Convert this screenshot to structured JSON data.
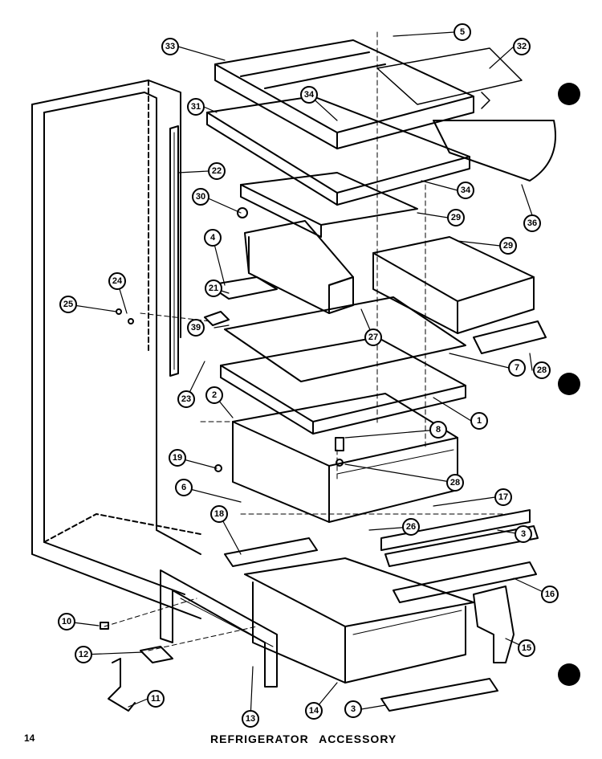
{
  "footer": {
    "page_number": "14",
    "title": "REFRIGERATOR ACCESSORY"
  },
  "callouts": [
    {
      "id": "c5",
      "label": "5"
    },
    {
      "id": "c32",
      "label": "32"
    },
    {
      "id": "c33",
      "label": "33"
    },
    {
      "id": "c31",
      "label": "31"
    },
    {
      "id": "c34a",
      "label": "34"
    },
    {
      "id": "c34b",
      "label": "34"
    },
    {
      "id": "c22",
      "label": "22"
    },
    {
      "id": "c30",
      "label": "30"
    },
    {
      "id": "c29a",
      "label": "29"
    },
    {
      "id": "c29b",
      "label": "29"
    },
    {
      "id": "c36",
      "label": "36"
    },
    {
      "id": "c4",
      "label": "4"
    },
    {
      "id": "c24",
      "label": "24"
    },
    {
      "id": "c25",
      "label": "25"
    },
    {
      "id": "c21",
      "label": "21"
    },
    {
      "id": "c39",
      "label": "39"
    },
    {
      "id": "c27",
      "label": "27"
    },
    {
      "id": "c7",
      "label": "7"
    },
    {
      "id": "c28a",
      "label": "28"
    },
    {
      "id": "c23",
      "label": "23"
    },
    {
      "id": "c2",
      "label": "2"
    },
    {
      "id": "c1",
      "label": "1"
    },
    {
      "id": "c8",
      "label": "8"
    },
    {
      "id": "c19",
      "label": "19"
    },
    {
      "id": "c28b",
      "label": "28"
    },
    {
      "id": "c6",
      "label": "6"
    },
    {
      "id": "c17",
      "label": "17"
    },
    {
      "id": "c18",
      "label": "18"
    },
    {
      "id": "c26",
      "label": "26"
    },
    {
      "id": "c3a",
      "label": "3"
    },
    {
      "id": "c16",
      "label": "16"
    },
    {
      "id": "c10",
      "label": "10"
    },
    {
      "id": "c15",
      "label": "15"
    },
    {
      "id": "c12",
      "label": "12"
    },
    {
      "id": "c11",
      "label": "11"
    },
    {
      "id": "c13",
      "label": "13"
    },
    {
      "id": "c14",
      "label": "14"
    },
    {
      "id": "c3b",
      "label": "3"
    }
  ]
}
